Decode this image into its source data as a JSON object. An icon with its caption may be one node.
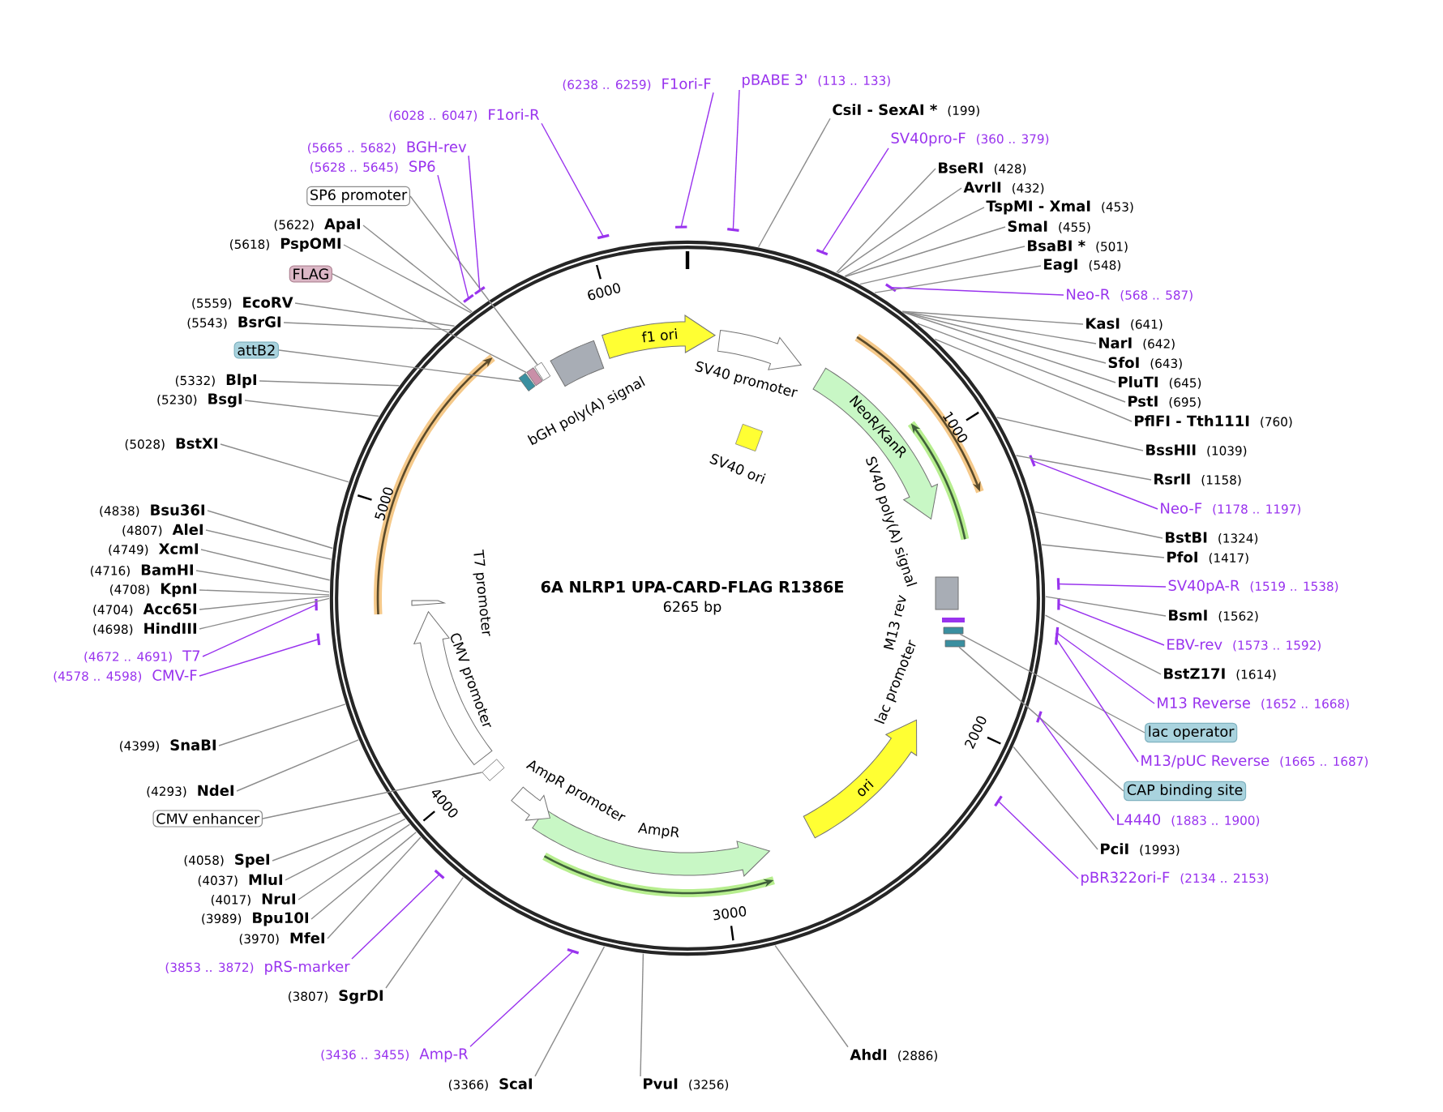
{
  "diagram": {
    "title": "6A NLRP1 UPA-CARD-FLAG R1386E",
    "nodes": [
      {
        "text": [
          "pBABE 3'",
          "(113 .. 133)"
        ]
      },
      {
        "text": [
          "CsiI - SexAI *",
          "(199)"
        ]
      },
      {
        "text": [
          "SV40pro-F",
          "(360 .. 379)"
        ]
      },
      {
        "text": [
          "BseRI",
          "(428)"
        ]
      },
      {
        "text": [
          "AvrII",
          "(432)"
        ]
      },
      {
        "text": [
          "TspMI - XmaI",
          "(453)"
        ]
      },
      {
        "text": [
          "SmaI",
          "(455)"
        ]
      },
      {
        "text": [
          "BsaBI *",
          "(501)"
        ]
      },
      {
        "text": [
          "EagI",
          "(548)"
        ]
      },
      {
        "text": [
          "Neo-R",
          "(568 .. 587)"
        ]
      },
      {
        "text": [
          "KasI",
          "(641)"
        ]
      },
      {
        "text": [
          "NarI",
          "(642)"
        ]
      },
      {
        "text": [
          "SfoI",
          "(643)"
        ]
      },
      {
        "text": [
          "PluTI",
          "(645)"
        ]
      },
      {
        "text": [
          "PstI",
          "(695)"
        ]
      },
      {
        "text": [
          "PflFI - Tth111I",
          "(760)"
        ]
      },
      {
        "text": [
          "BssHII",
          "(1039)"
        ]
      },
      {
        "text": [
          "RsrII",
          "(1158)"
        ]
      },
      {
        "text": [
          "Neo-F",
          "(1178 .. 1197)"
        ]
      },
      {
        "text": [
          "BstBI",
          "(1324)"
        ]
      },
      {
        "text": [
          "PfoI",
          "(1417)"
        ]
      },
      {
        "text": [
          "SV40pA-R",
          "(1519 .. 1538)"
        ]
      },
      {
        "text": [
          "BsmI",
          "(1562)"
        ]
      },
      {
        "text": [
          "EBV-rev",
          "(1573 .. 1592)"
        ]
      },
      {
        "text": [
          "BstZ17I",
          "(1614)"
        ]
      },
      {
        "text": [
          "M13 Reverse",
          "(1652 .. 1668)"
        ]
      },
      {
        "text": [
          "lac operator"
        ]
      },
      {
        "text": [
          "M13/pUC Reverse",
          "(1665 .. 1687)"
        ]
      },
      {
        "text": [
          "CAP binding site"
        ]
      },
      {
        "text": [
          "L4440",
          "(1883 .. 1900)"
        ]
      },
      {
        "text": [
          "PciI",
          "(1993)"
        ]
      },
      {
        "text": [
          "pBR322ori-F",
          "(2134 .. 2153)"
        ]
      },
      {
        "text": [
          "AhdI",
          "(2886)"
        ]
      },
      {
        "text": [
          "PvuI",
          "(3256)"
        ]
      },
      {
        "text": [
          "(3366)",
          "ScaI"
        ]
      },
      {
        "text": [
          "(3436 .. 3455)",
          "Amp-R"
        ]
      },
      {
        "text": [
          "(3807)",
          "SgrDI"
        ]
      },
      {
        "text": [
          "(3853 .. 3872)",
          "pRS-marker"
        ]
      },
      {
        "text": [
          "(3970)",
          "MfeI"
        ]
      },
      {
        "text": [
          "(3989)",
          "Bpu10I"
        ]
      },
      {
        "text": [
          "(4017)",
          "NruI"
        ]
      },
      {
        "text": [
          "(4037)",
          "MluI"
        ]
      },
      {
        "text": [
          "(4058)",
          "SpeI"
        ]
      },
      {
        "text": [
          "CMV enhancer"
        ]
      },
      {
        "text": [
          "(4293)",
          "NdeI"
        ]
      },
      {
        "text": [
          "(4399)",
          "SnaBI"
        ]
      },
      {
        "text": [
          "(4578 .. 4598)",
          "CMV-F"
        ]
      },
      {
        "text": [
          "(4672 .. 4691)",
          "T7"
        ]
      },
      {
        "text": [
          "(4698)",
          "HindIII"
        ]
      },
      {
        "text": [
          "(4704)",
          "Acc65I"
        ]
      },
      {
        "text": [
          "(4708)",
          "KpnI"
        ]
      },
      {
        "text": [
          "(4716)",
          "BamHI"
        ]
      },
      {
        "text": [
          "(4749)",
          "XcmI"
        ]
      },
      {
        "text": [
          "(4807)",
          "AleI"
        ]
      },
      {
        "text": [
          "(4838)",
          "Bsu36I"
        ]
      },
      {
        "text": [
          "(5028)",
          "BstXI"
        ]
      },
      {
        "text": [
          "(5230)",
          "BsgI"
        ]
      },
      {
        "text": [
          "(5332)",
          "BlpI"
        ]
      },
      {
        "text": [
          "attB2"
        ]
      },
      {
        "text": [
          "(5543)",
          "BsrGI"
        ]
      },
      {
        "text": [
          "(5559)",
          "EcoRV"
        ]
      },
      {
        "text": [
          "FLAG"
        ]
      },
      {
        "text": [
          "(5618)",
          "PspOMI"
        ]
      },
      {
        "text": [
          "(5622)",
          "ApaI"
        ]
      },
      {
        "text": [
          "SP6 promoter"
        ]
      },
      {
        "text": [
          "(5628 .. 5645)",
          "SP6"
        ]
      },
      {
        "text": [
          "(5665 .. 5682)",
          "BGH-rev"
        ]
      },
      {
        "text": [
          "(6028 .. 6047)",
          "F1ori-R"
        ]
      },
      {
        "text": [
          "(6238 .. 6259)",
          "F1ori-F"
        ]
      },
      {
        "text": [
          "f1 ori"
        ]
      },
      {
        "text": [
          "SV40 promoter"
        ]
      },
      {
        "text": [
          "NeoR/KanR"
        ]
      },
      {
        "text": [
          "SV40 ori"
        ]
      },
      {
        "text": [
          "SV40 poly(A) signal"
        ]
      },
      {
        "text": [
          "M13 rev"
        ]
      },
      {
        "text": [
          "lac promoter"
        ]
      },
      {
        "text": [
          "ori"
        ]
      },
      {
        "text": [
          "AmpR"
        ]
      },
      {
        "text": [
          "AmpR promoter"
        ]
      },
      {
        "text": [
          "CMV promoter"
        ]
      },
      {
        "text": [
          "T7 promoter"
        ]
      },
      {
        "text": [
          "bGH poly(A) signal"
        ]
      },
      {
        "text": [],
        "shape": "box"
      },
      {
        "text": [],
        "shape": "box"
      },
      {
        "text": [],
        "shape": "box"
      },
      {
        "text": [],
        "shape": "box"
      },
      {
        "text": [],
        "shape": "box"
      },
      {
        "text": [],
        "shape": "box"
      }
    ],
    "edges": [
      {
        "from": 0,
        "to": null,
        "arrow": "none",
        "color": "#9933ee"
      },
      {
        "from": 1,
        "to": null,
        "arrow": "none"
      },
      {
        "from": 2,
        "to": null,
        "arrow": "none",
        "color": "#9933ee"
      },
      {
        "from": 3,
        "to": null,
        "arrow": "none"
      },
      {
        "from": 4,
        "to": null,
        "arrow": "none"
      },
      {
        "from": 5,
        "to": null,
        "arrow": "none"
      },
      {
        "from": 6,
        "to": null,
        "arrow": "none"
      },
      {
        "from": 7,
        "to": null,
        "arrow": "none"
      },
      {
        "from": 8,
        "to": null,
        "arrow": "none"
      },
      {
        "from": 9,
        "to": null,
        "arrow": "none",
        "color": "#9933ee"
      },
      {
        "from": 10,
        "to": null,
        "arrow": "none"
      },
      {
        "from": 11,
        "to": null,
        "arrow": "none"
      },
      {
        "from": 12,
        "to": null,
        "arrow": "none"
      },
      {
        "from": 13,
        "to": null,
        "arrow": "none"
      },
      {
        "from": 14,
        "to": null,
        "arrow": "none"
      },
      {
        "from": 15,
        "to": null,
        "arrow": "none"
      },
      {
        "from": 16,
        "to": null,
        "arrow": "none"
      },
      {
        "from": 17,
        "to": null,
        "arrow": "none"
      },
      {
        "from": 18,
        "to": null,
        "arrow": "none",
        "color": "#9933ee"
      },
      {
        "from": 19,
        "to": null,
        "arrow": "none"
      },
      {
        "from": 20,
        "to": null,
        "arrow": "none"
      },
      {
        "from": 21,
        "to": null,
        "arrow": "none",
        "color": "#9933ee"
      },
      {
        "from": 22,
        "to": null,
        "arrow": "none"
      },
      {
        "from": 23,
        "to": null,
        "arrow": "none",
        "color": "#9933ee"
      },
      {
        "from": 24,
        "to": null,
        "arrow": "none"
      },
      {
        "from": 25,
        "to": null,
        "arrow": "none",
        "color": "#9933ee"
      },
      {
        "from": 26,
        "to": 82,
        "arrow": "none"
      },
      {
        "from": 27,
        "to": null,
        "arrow": "none",
        "color": "#9933ee"
      },
      {
        "from": 28,
        "to": 83,
        "arrow": "none"
      },
      {
        "from": 29,
        "to": null,
        "arrow": "none",
        "color": "#9933ee"
      },
      {
        "from": 30,
        "to": null,
        "arrow": "none"
      },
      {
        "from": 31,
        "to": null,
        "arrow": "none",
        "color": "#9933ee"
      },
      {
        "from": 32,
        "to": null,
        "arrow": "none"
      },
      {
        "from": 33,
        "to": null,
        "arrow": "none"
      },
      {
        "from": 34,
        "to": null,
        "arrow": "none"
      },
      {
        "from": 35,
        "to": null,
        "arrow": "none",
        "color": "#9933ee"
      },
      {
        "from": 36,
        "to": null,
        "arrow": "none"
      },
      {
        "from": 37,
        "to": null,
        "arrow": "none",
        "color": "#9933ee"
      },
      {
        "from": 38,
        "to": null,
        "arrow": "none"
      },
      {
        "from": 39,
        "to": null,
        "arrow": "none"
      },
      {
        "from": 40,
        "to": null,
        "arrow": "none"
      },
      {
        "from": 41,
        "to": null,
        "arrow": "none"
      },
      {
        "from": 42,
        "to": null,
        "arrow": "none"
      },
      {
        "from": 43,
        "to": 87,
        "arrow": "none"
      },
      {
        "from": 44,
        "to": null,
        "arrow": "none"
      },
      {
        "from": 45,
        "to": null,
        "arrow": "none"
      },
      {
        "from": 46,
        "to": null,
        "arrow": "none",
        "color": "#9933ee"
      },
      {
        "from": 47,
        "to": null,
        "arrow": "none",
        "color": "#9933ee"
      },
      {
        "from": 48,
        "to": null,
        "arrow": "none"
      },
      {
        "from": 49,
        "to": null,
        "arrow": "none"
      },
      {
        "from": 50,
        "to": null,
        "arrow": "none"
      },
      {
        "from": 51,
        "to": null,
        "arrow": "none"
      },
      {
        "from": 52,
        "to": null,
        "arrow": "none"
      },
      {
        "from": 53,
        "to": null,
        "arrow": "none"
      },
      {
        "from": 54,
        "to": null,
        "arrow": "none"
      },
      {
        "from": 55,
        "to": null,
        "arrow": "none"
      },
      {
        "from": 56,
        "to": null,
        "arrow": "none"
      },
      {
        "from": 57,
        "to": null,
        "arrow": "none"
      },
      {
        "from": 58,
        "to": 86,
        "arrow": "none"
      },
      {
        "from": 59,
        "to": null,
        "arrow": "none"
      },
      {
        "from": 60,
        "to": null,
        "arrow": "none"
      },
      {
        "from": 61,
        "to": 85,
        "arrow": "none"
      },
      {
        "from": 62,
        "to": null,
        "arrow": "none"
      },
      {
        "from": 63,
        "to": null,
        "arrow": "none"
      },
      {
        "from": 64,
        "to": 84,
        "arrow": "none"
      },
      {
        "from": 65,
        "to": null,
        "arrow": "none",
        "color": "#9933ee"
      },
      {
        "from": 66,
        "to": null,
        "arrow": "none",
        "color": "#9933ee"
      },
      {
        "from": 67,
        "to": null,
        "arrow": "none",
        "color": "#9933ee"
      },
      {
        "from": 68,
        "to": null,
        "arrow": "none",
        "color": "#9933ee"
      }
    ],
    "labels": [
      "6265 bp",
      "1000",
      "2000",
      "3000",
      "4000",
      "5000",
      "6000"
    ]
  }
}
